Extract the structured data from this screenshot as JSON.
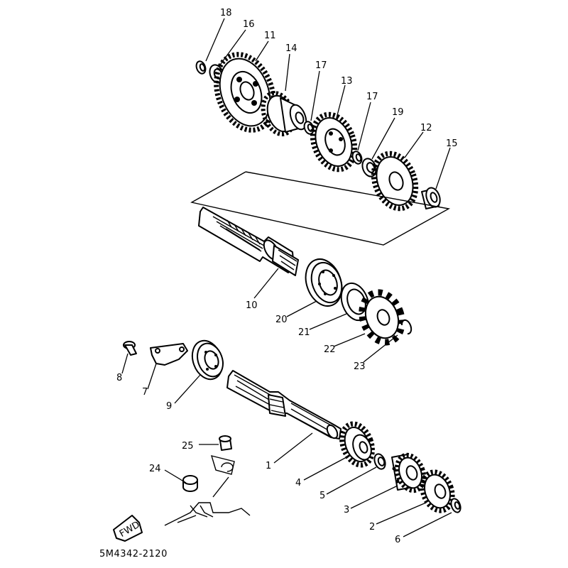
{
  "diagram": {
    "code": "5M4342-2120",
    "fwd_label": "FWD",
    "labels": {
      "p1": "1",
      "p2": "2",
      "p3": "3",
      "p4": "4",
      "p5": "5",
      "p6": "6",
      "p7": "7",
      "p8": "8",
      "p9": "9",
      "p10": "10",
      "p11": "11",
      "p12": "12",
      "p13": "13",
      "p14": "14",
      "p15": "15",
      "p16": "16",
      "p17a": "17",
      "p17b": "17",
      "p18": "18",
      "p19": "19",
      "p20": "20",
      "p21": "21",
      "p22": "22",
      "p23": "23",
      "p24": "24",
      "p25": "25"
    }
  }
}
